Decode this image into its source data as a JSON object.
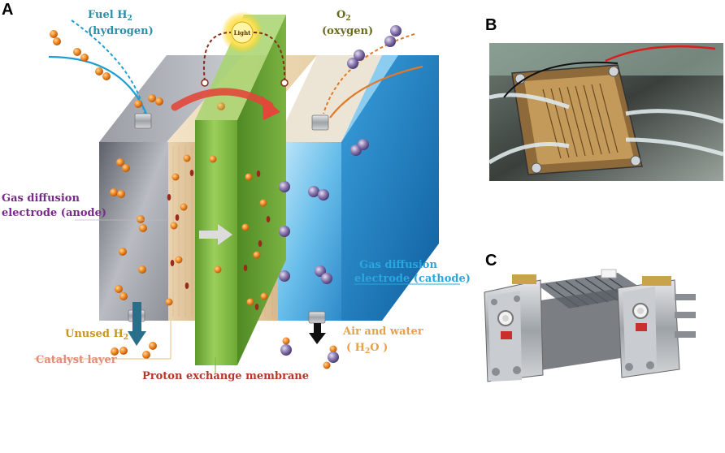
{
  "panels": {
    "a": "A",
    "b": "B",
    "c": "C"
  },
  "labels": {
    "fuel_line1": "Fuel H",
    "fuel_sub": "2",
    "fuel_line2": "(hydrogen)",
    "o2_main": "O",
    "o2_sub": "2",
    "o2_line2": "(oxygen)",
    "light": "Light",
    "anode_line1": "Gas diffusion",
    "anode_line2": "electrode (anode)",
    "cathode_line1": "Gas diffusion",
    "cathode_line2": "electrode (cathode)",
    "unused_main": "Unused H",
    "unused_sub": "2",
    "catalyst": "Catalyst layer",
    "membrane": "Proton exchange membrane",
    "air_line1": "Air and water",
    "air_line2_pre": "( H",
    "air_line2_sub": "2",
    "air_line2_post": "O )"
  },
  "colors": {
    "fuel": "#2a8fa8",
    "oxygen": "#6b6b1e",
    "anode": "#7a2a8a",
    "cathode": "#2aa7df",
    "unused": "#c8961e",
    "catalyst": "#e38a7a",
    "membrane": "#b33a2a",
    "air_water": "#e8a04a",
    "membrane_green": "#7cb342",
    "proton": "#f08a24",
    "oxygen_ball": "#8a7ab0"
  }
}
